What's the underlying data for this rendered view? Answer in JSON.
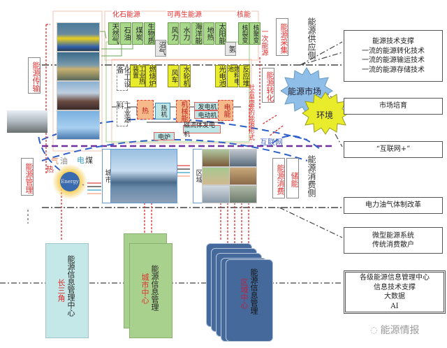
{
  "groups": {
    "fossil": "化石能源",
    "renewable": "可再生能源",
    "nuclear": "核能"
  },
  "primary_sources": [
    {
      "label": "天然气"
    },
    {
      "label": "石油"
    },
    {
      "label": "煤炭"
    },
    {
      "label": "生物质"
    },
    {
      "label": "风力"
    },
    {
      "label": "水力"
    },
    {
      "label": "海洋能"
    },
    {
      "label": "地热"
    },
    {
      "label": "太阳能"
    },
    {
      "label": "核裂变"
    },
    {
      "label": "核聚变"
    }
  ],
  "intermediate": {
    "biogas": "沼气",
    "hydrogen": "氢"
  },
  "primary_energy_label": "一次能源",
  "converters": [
    {
      "label": "工业热装置"
    },
    {
      "label": "燃烧炉"
    },
    {
      "label": "风车"
    },
    {
      "label": "水轮机"
    },
    {
      "label": "光电池"
    },
    {
      "label": "燃料电池"
    },
    {
      "label": "反应堆"
    }
  ],
  "chemical": {
    "equipment": "化工设备",
    "material": "工业源料"
  },
  "energy_forms": {
    "heat": "热",
    "heat_engine": "热机",
    "mechanical": "机械能",
    "generator": "发电机",
    "motor": "电动机",
    "electric": "电能",
    "mhd": "磁流体发电机",
    "furnace": "电炉"
  },
  "social_demand": "社会需要的能源形式",
  "left_labels": {
    "transmission": "能源传输",
    "management": "能源管理"
  },
  "right_labels": {
    "collection": "能源采集",
    "conversion": "能源转化",
    "consumption": "能源消费",
    "storage": "储能"
  },
  "sides": {
    "supply": "能源供应侧",
    "demand": "能源消费侧"
  },
  "bursts": {
    "market": "能源市场",
    "environment": "环境"
  },
  "internet_label": "互联网",
  "energy_ball": {
    "label": "Energy",
    "inputs": [
      "热",
      "气",
      "油",
      "电",
      "煤"
    ]
  },
  "city_label": "城市",
  "region_label": "区域",
  "right_boxes": [
    {
      "lines": [
        "能源技术支撑",
        "一流的能源转化技术",
        "一流的能源输运技术",
        "一流的能源存储技术"
      ]
    },
    {
      "lines": [
        "市场培育"
      ]
    },
    {
      "lines": [
        "“互联网+”"
      ]
    },
    {
      "lines": [
        "电力油气体制改革"
      ]
    },
    {
      "lines": [
        "微型能源系统",
        "传统消费散户"
      ]
    },
    {
      "lines": [
        "各级能源信息管理中心",
        "信息技术支撑",
        "大数据",
        "AI"
      ]
    }
  ],
  "info_centers": [
    {
      "title": "能源信息管理中心",
      "scope": "长三角",
      "color": "#c4e8e8"
    },
    {
      "title": "能源信息管理",
      "scope": "城市中心",
      "color": "#a9d18e"
    },
    {
      "title": "能源信息管理",
      "scope": "区域中心",
      "color": "#44699a"
    }
  ],
  "watermark": "能源情报",
  "colors": {
    "green_box": "#a8d88a",
    "yellow_box": "#e8ec2a",
    "orange_box": "#f5b98a",
    "accent_red": "#e03030",
    "market_blue": "#8fbfe8",
    "environment_yellow": "#e8ec2a",
    "internet_purple": "#7030a0"
  }
}
